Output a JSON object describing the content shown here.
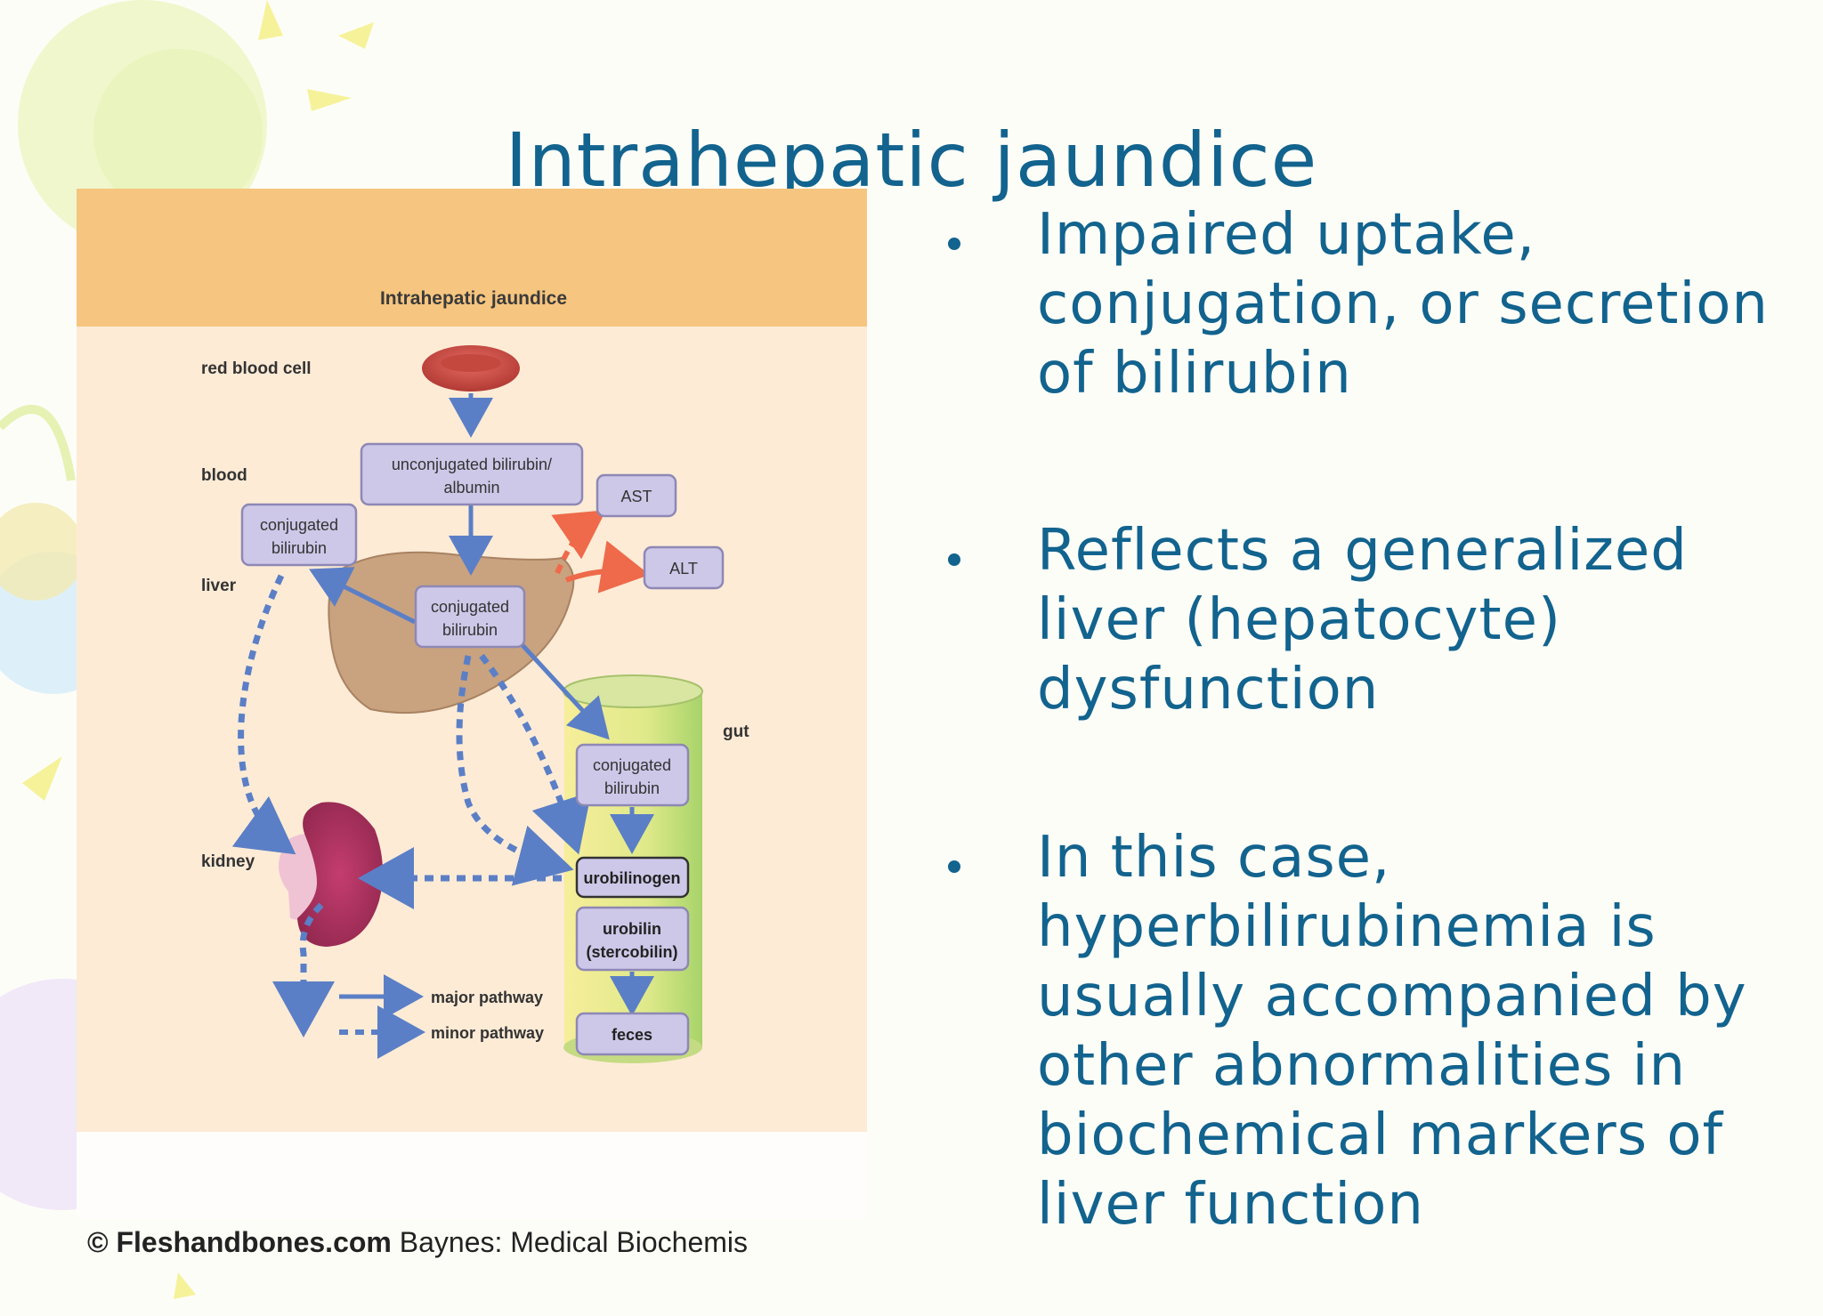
{
  "slide": {
    "title": "Intrahepatic jaundice",
    "bullets": [
      "Impaired uptake, conjugation, or secretion of bilirubin",
      "Reflects a generalized liver (hepatocyte) dysfunction",
      "In this case, hyperbilirubinemia is usually accompanied by other abnormalities in biochemical markers of liver function"
    ]
  },
  "figure": {
    "header": "Intrahepatic jaundice",
    "labels": {
      "red_blood_cell": "red blood cell",
      "blood": "blood",
      "liver": "liver",
      "gut": "gut",
      "kidney": "kidney"
    },
    "boxes": {
      "unconjugated_line1": "unconjugated bilirubin/",
      "unconjugated_line2": "albumin",
      "ast": "AST",
      "alt": "ALT",
      "conj_blood_line1": "conjugated",
      "conj_blood_line2": "bilirubin",
      "conj_liver_line1": "conjugated",
      "conj_liver_line2": "bilirubin",
      "conj_gut_line1": "conjugated",
      "conj_gut_line2": "bilirubin",
      "urobilinogen": "urobilinogen",
      "urobilin_line1": "urobilin",
      "urobilin_line2": "(stercobilin)",
      "feces": "feces"
    },
    "legend": {
      "major": "major pathway",
      "minor": "minor pathway"
    },
    "credit_bold": "© Fleshandbones.com",
    "credit_rest": " Baynes: Medical Biochemis"
  },
  "colors": {
    "title_blue": "#12638e",
    "arrow_blue": "#5b7fc6",
    "enzyme_arrow": "#ee6a4a",
    "box_fill": "#cdc8e8",
    "header_band": "#f6c57f",
    "panel_bg": "#fdebd6"
  }
}
